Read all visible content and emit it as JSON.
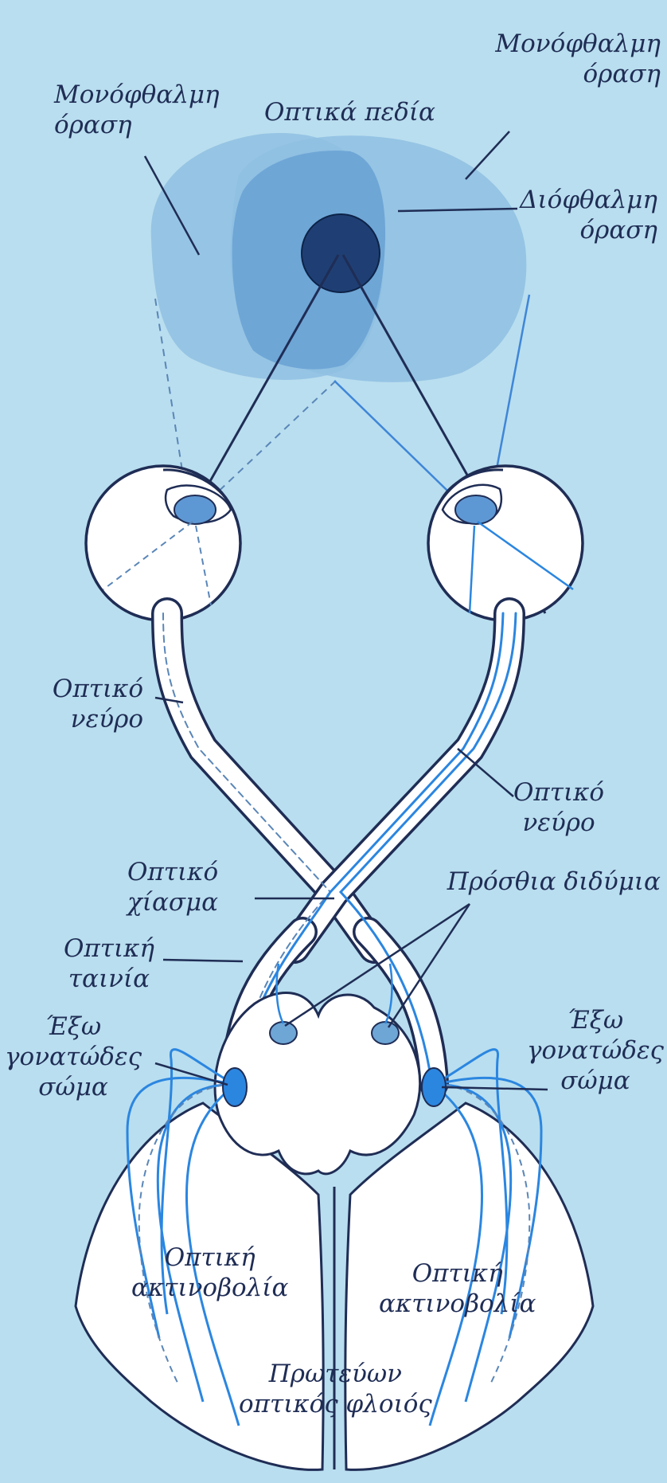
{
  "labels": {
    "monocular_left": [
      "Μονόφθαλμη",
      "όραση"
    ],
    "monocular_right": [
      "Μονόφθαλμη",
      "όραση"
    ],
    "visual_fields": "Οπτικά πεδία",
    "binocular": [
      "Διόφθαλμη",
      "όραση"
    ],
    "optic_nerve_left": [
      "Οπτικό",
      "νεύρο"
    ],
    "optic_nerve_right": [
      "Οπτικό",
      "νεύρο"
    ],
    "optic_chiasm": [
      "Οπτικό",
      "χίασμα"
    ],
    "anterior_colliculi": "Πρόσθια διδύμια",
    "optic_tract": [
      "Οπτική",
      "ταινία"
    ],
    "lgn_left": [
      "Έξω",
      "γονατώδες",
      "σώμα"
    ],
    "lgn_right": [
      "Έξω",
      "γονατώδες",
      "σώμα"
    ],
    "optic_radiation_left": [
      "Οπτική",
      "ακτινοβολία"
    ],
    "optic_radiation_right": [
      "Οπτική",
      "ακτινοβολία"
    ],
    "primary_visual_cortex": [
      "Πρωτεύων",
      "οπτικός φλοιός"
    ]
  },
  "colors": {
    "background": "#b9deef",
    "field_outer": "#8fc0e2",
    "field_mid": "#6ea6d6",
    "fixation": "#1f3f74",
    "pathway_blue": "#2b86e0",
    "ink": "#1f2d55"
  }
}
